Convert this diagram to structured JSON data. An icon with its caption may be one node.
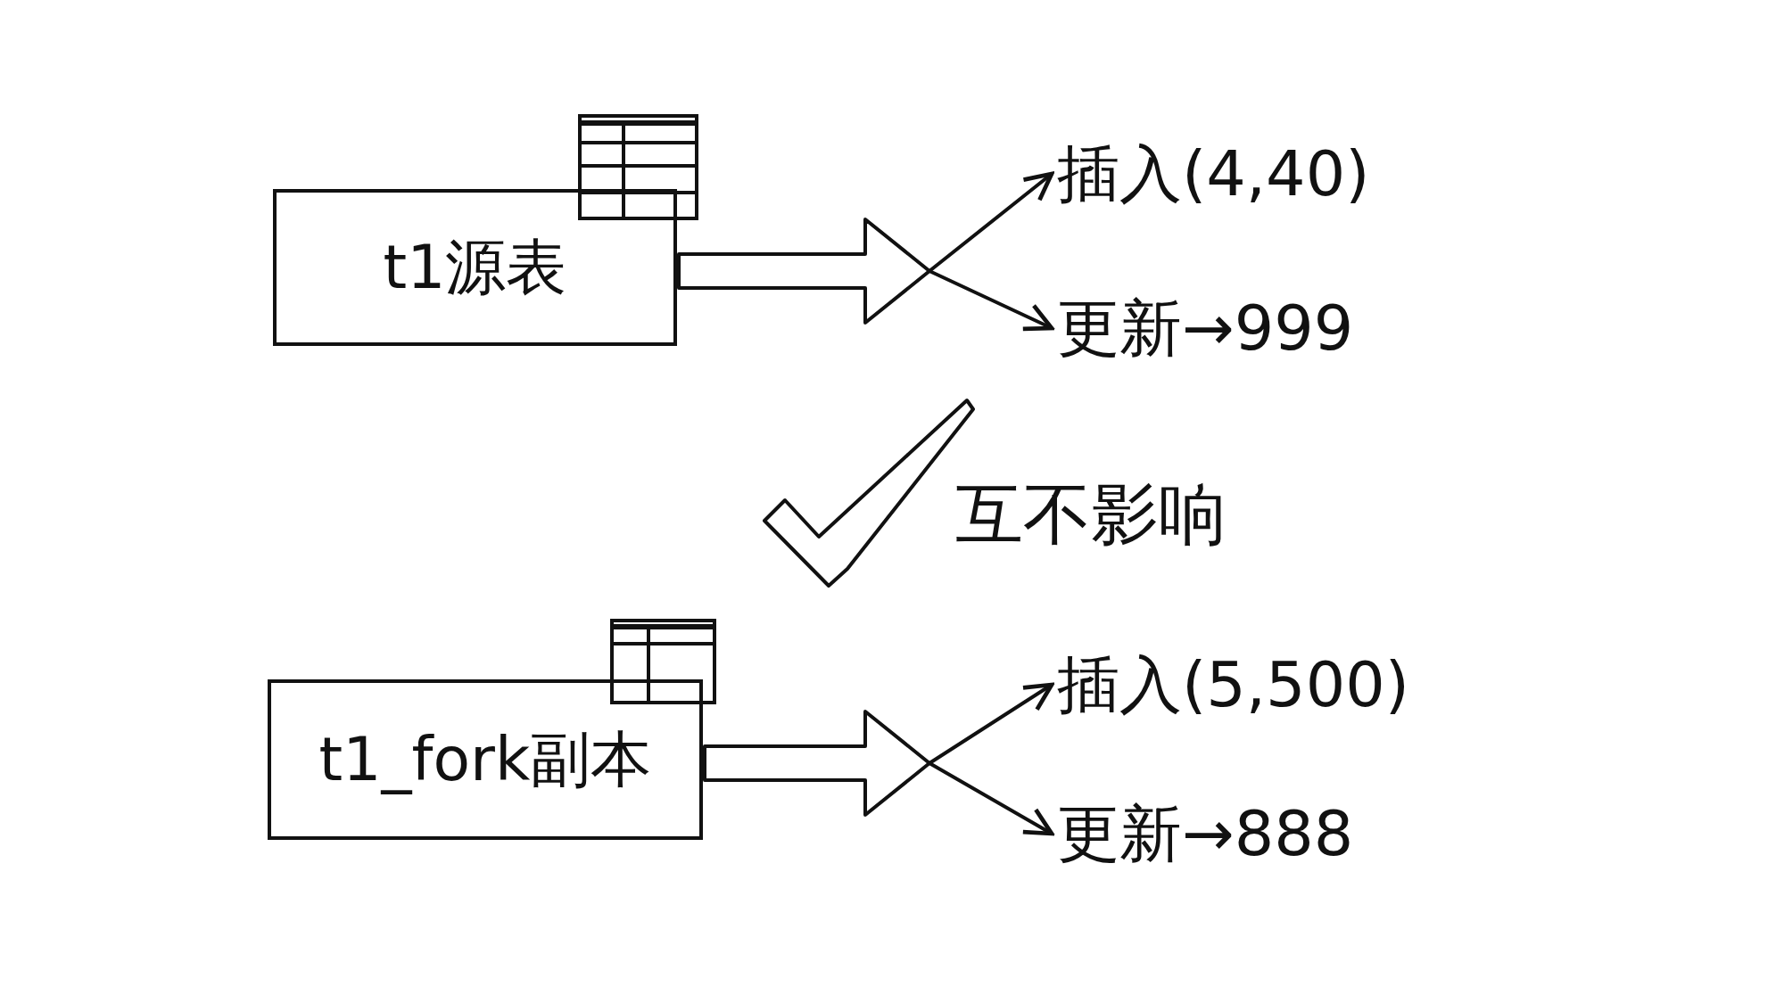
{
  "diagram": {
    "nodes": [
      {
        "text": [
          "t1源表"
        ]
      },
      {
        "text": [
          "插入(4,40)"
        ]
      },
      {
        "text": [
          "更新→999"
        ]
      },
      {
        "text": [
          "t1_fork副本"
        ]
      },
      {
        "text": [
          "插入(5,500)"
        ]
      },
      {
        "text": [
          "更新→888"
        ]
      }
    ],
    "edges": [
      {
        "from": 0,
        "to": 1,
        "arrow": "to"
      },
      {
        "from": 0,
        "to": 2,
        "arrow": "to"
      },
      {
        "from": 3,
        "to": 4,
        "arrow": "to"
      },
      {
        "from": 3,
        "to": 5,
        "arrow": "to"
      }
    ],
    "labels": [
      "互不影响"
    ]
  }
}
